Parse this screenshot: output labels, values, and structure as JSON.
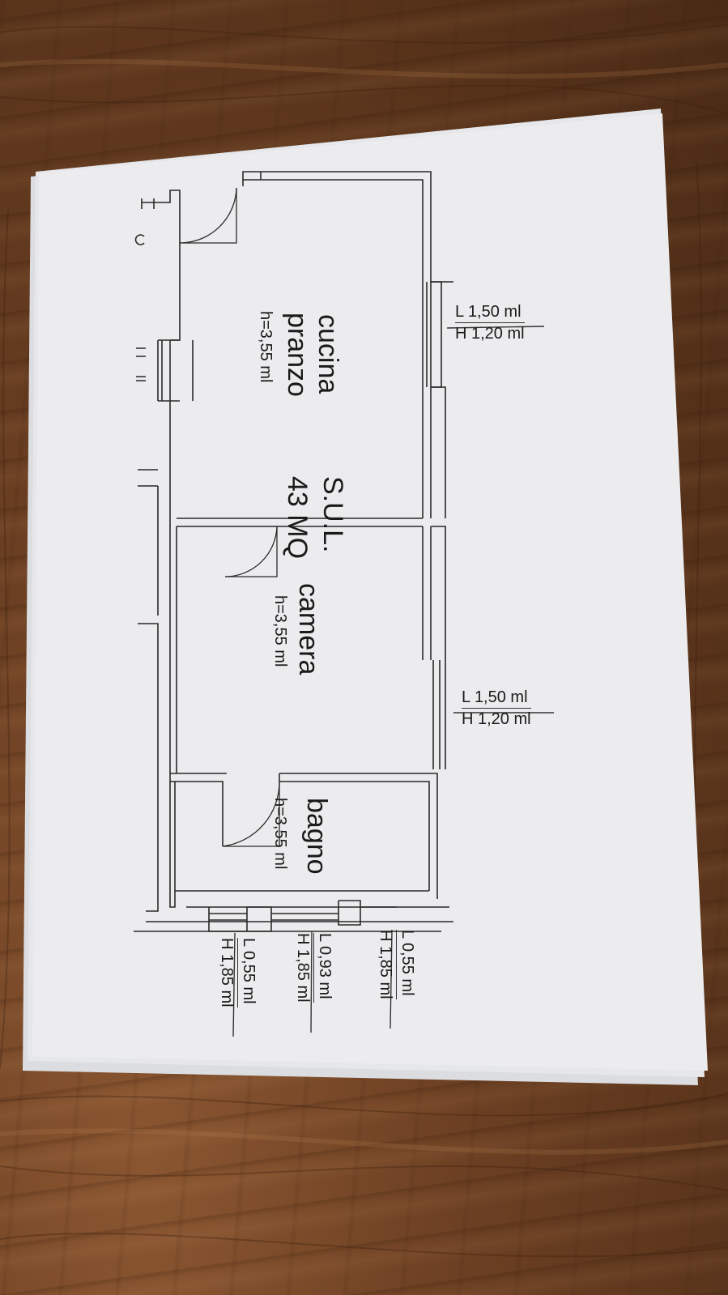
{
  "rooms": {
    "cucina_pranzo": {
      "line1": "cucina",
      "line2": "pranzo",
      "height": "h=3,55 ml"
    },
    "camera": {
      "name": "camera",
      "height": "h=3,55 ml"
    },
    "bagno": {
      "name": "bagno",
      "height": "h=3,55 ml"
    }
  },
  "surface": {
    "line1": "S.U.L.",
    "line2": "43 MQ"
  },
  "windows": [
    {
      "width": "L 1,50 ml",
      "height": "H 1,20 ml"
    },
    {
      "width": "L 1,50 ml",
      "height": "H 1,20 ml"
    },
    {
      "width": "L 0,55 ml",
      "height": "H 1,85 ml"
    },
    {
      "width": "L 0,93 ml",
      "height": "H 1,85 ml"
    },
    {
      "width": "L 0,55 ml",
      "height": "H 1,85 ml"
    }
  ],
  "colors": {
    "paper": "#ececee",
    "ink": "#1a1a1a",
    "wood": "#6b3f22"
  }
}
